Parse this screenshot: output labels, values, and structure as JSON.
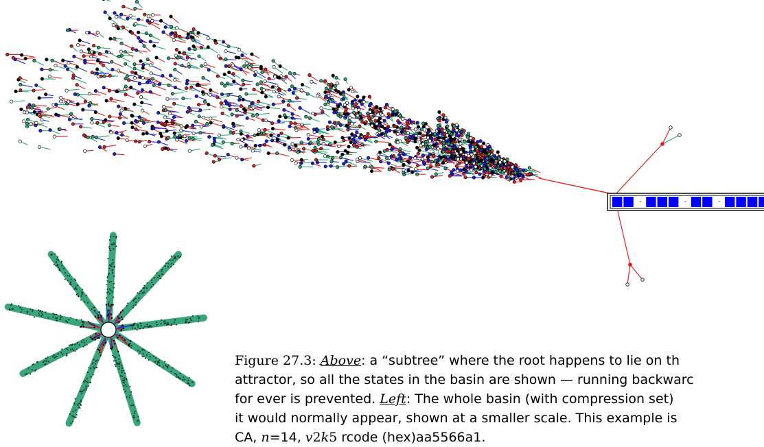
{
  "figure": {
    "caption_lines": [
      {
        "figure_label": "Figure 27.3:",
        "above_label": "Above",
        "text": ": a “subtree” where the root happens to lie on th"
      },
      {
        "text": "attractor, so all the states in the basin are shown — running backwarc"
      },
      {
        "text_before": "for ever is prevented. ",
        "left_label": "Left",
        "text_after": ": The whole basin (with compression set)"
      },
      {
        "text": "it would normally appear, shown at a smaller scale.  This example is"
      },
      {
        "prefix": "CA, ",
        "n_var": "n",
        "n_value": "=14, ",
        "v_var": "v",
        "v_num": "2",
        "k_var": "k",
        "k_num": "5",
        "rcode_text": " rcode (hex)aa5566a1."
      }
    ],
    "colors": {
      "edge_red": "#e02020",
      "edge_blue": "#2020e0",
      "edge_green": "#2aa876",
      "node_stroke": "#000000",
      "attractor_blue": "#0000ff",
      "basin_green": "#3aa57a"
    },
    "attractor_states": [
      1,
      1,
      0,
      1,
      1,
      1,
      0,
      1,
      1,
      0,
      1,
      1,
      1,
      1
    ]
  }
}
